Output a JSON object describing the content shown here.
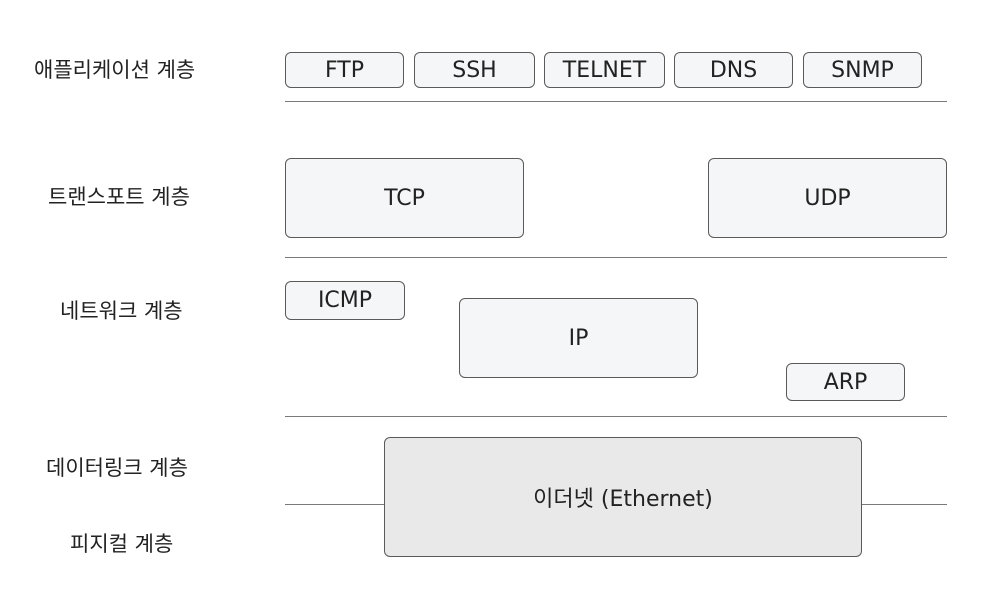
{
  "layers": {
    "application": "애플리케이션 계층",
    "transport": "트랜스포트 계층",
    "network": "네트워크 계층",
    "datalink": "데이터링크 계층",
    "physical": "피지컬 계층"
  },
  "protocols": {
    "ftp": "FTP",
    "ssh": "SSH",
    "telnet": "TELNET",
    "dns": "DNS",
    "snmp": "SNMP",
    "tcp": "TCP",
    "udp": "UDP",
    "icmp": "ICMP",
    "ip": "IP",
    "arp": "ARP",
    "ethernet": "이더넷 (Ethernet)"
  },
  "colors": {
    "box_fill": "#f4f6f7",
    "ethernet_fill": "#e9e9e9",
    "border": "#5a5a5a",
    "divider": "#7a7a7a"
  }
}
